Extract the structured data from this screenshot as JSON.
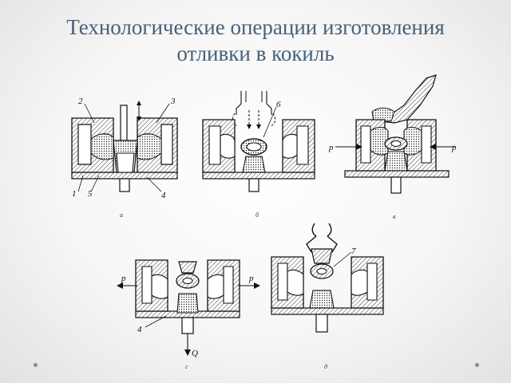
{
  "slide": {
    "title_line1": "Технологические операции изготовления",
    "title_line2": "отливки в кокиль"
  },
  "figures": {
    "a": {
      "caption": "а",
      "labels": {
        "l2": "2",
        "l3": "3",
        "l1": "1",
        "l5": "5",
        "l4": "4"
      }
    },
    "b": {
      "caption": "б",
      "labels": {
        "l6": "6"
      }
    },
    "v": {
      "caption": "в",
      "labels": {
        "p_left": "p",
        "p_right": "p"
      }
    },
    "g": {
      "caption": "г",
      "labels": {
        "p_left": "p",
        "p_right": "p",
        "l4": "4",
        "q": "Q"
      }
    },
    "d": {
      "caption": "д",
      "labels": {
        "l7": "7"
      }
    }
  }
}
